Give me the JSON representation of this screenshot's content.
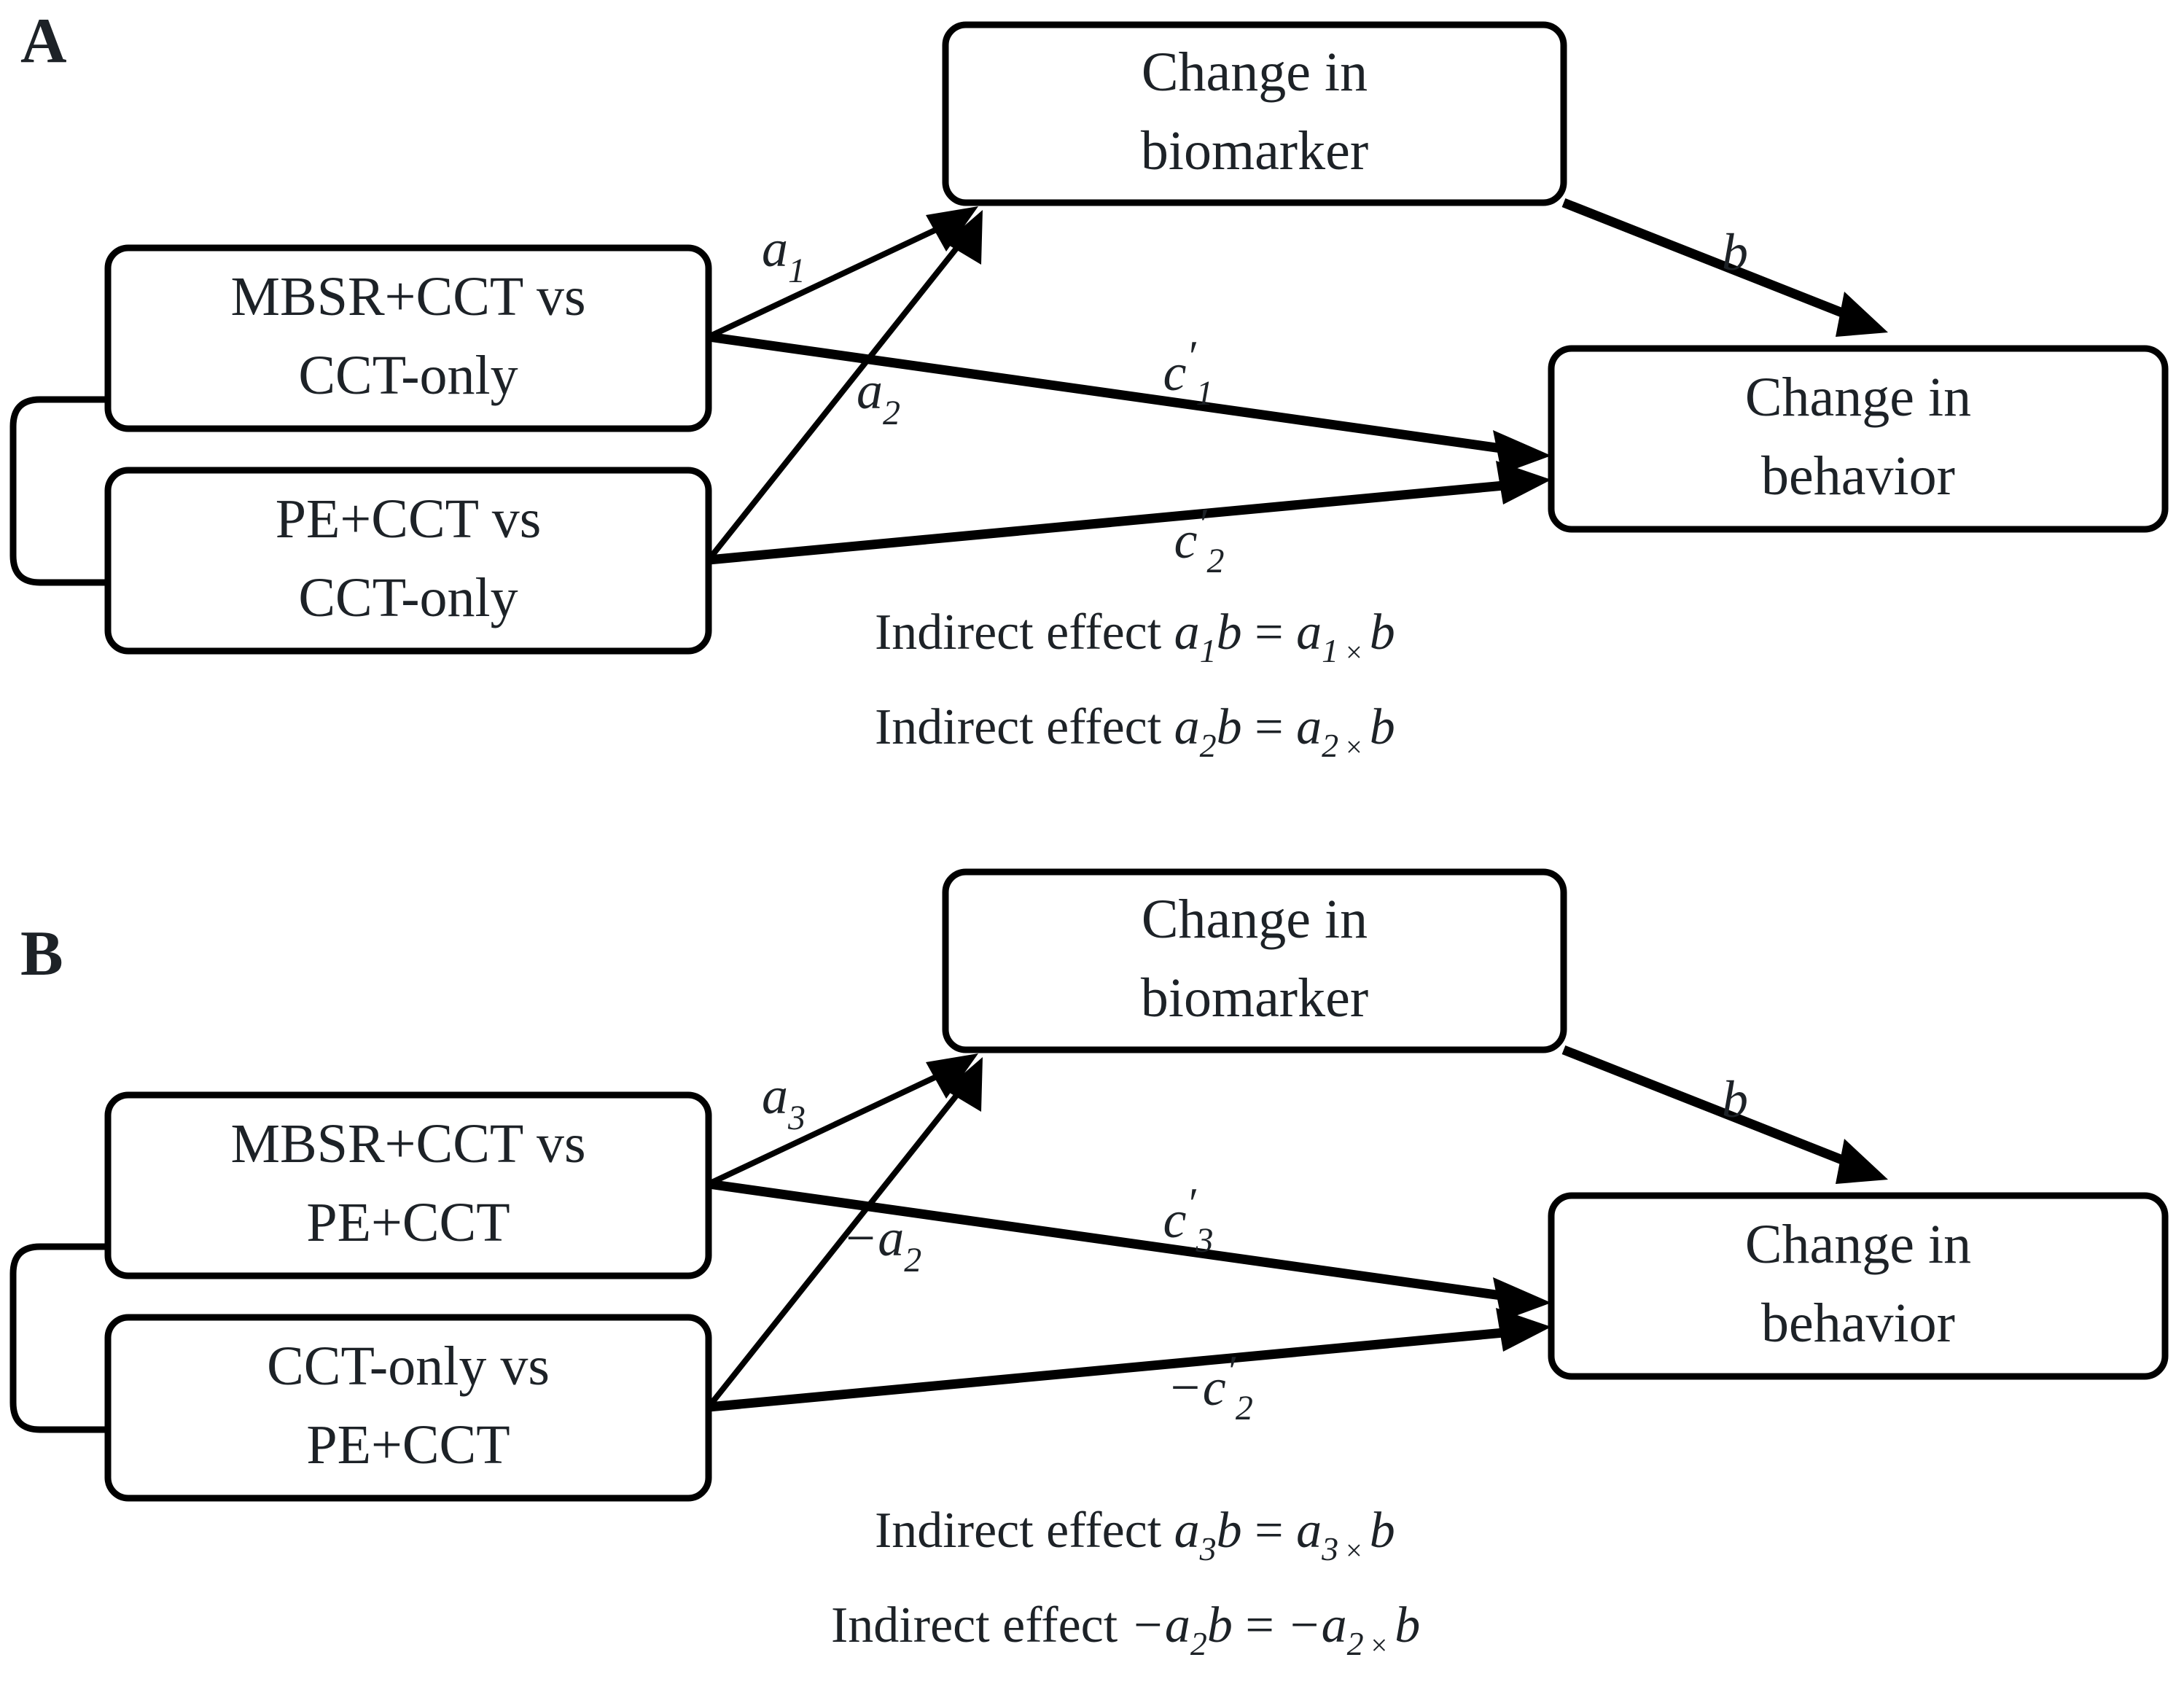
{
  "figure": {
    "type": "mediation-path-diagram",
    "background_color": "#ffffff",
    "stroke_color": "#000000"
  },
  "panels": [
    {
      "id": "A",
      "letter": "A",
      "nodes": {
        "predictor_1": {
          "line1": "MBSR+CCT vs",
          "line2": "CCT-only"
        },
        "predictor_2": {
          "line1": "PE+CCT vs",
          "line2": "CCT-only"
        },
        "mediator": {
          "line1": "Change in",
          "line2": "biomarker"
        },
        "outcome": {
          "line1": "Change in",
          "line2": "behavior"
        }
      },
      "paths": [
        {
          "name": "a1",
          "from": "predictor_1",
          "to": "mediator",
          "base": "a",
          "sub": "1",
          "prime": false
        },
        {
          "name": "a2",
          "from": "predictor_2",
          "to": "mediator",
          "base": "a",
          "sub": "2",
          "prime": false
        },
        {
          "name": "b",
          "from": "mediator",
          "to": "outcome",
          "base": "b",
          "sub": "",
          "prime": false
        },
        {
          "name": "c'1",
          "from": "predictor_1",
          "to": "outcome",
          "base": "c",
          "sub": "1",
          "prime": true
        },
        {
          "name": "c'2",
          "from": "predictor_2",
          "to": "outcome",
          "base": "c",
          "sub": "2",
          "prime": true
        }
      ],
      "equations": [
        {
          "prefix": "Indirect effect ",
          "lhs_base": "a",
          "lhs_sub": "1",
          "lhs_tail": "b",
          "eq": " = ",
          "rhs_base": "a",
          "rhs_sub": "1",
          "times": "×",
          "rhs_tail": "b"
        },
        {
          "prefix": "Indirect effect ",
          "lhs_base": "a",
          "lhs_sub": "2",
          "lhs_tail": "b",
          "eq": " = ",
          "rhs_base": "a",
          "rhs_sub": "2",
          "times": "×",
          "rhs_tail": "b"
        }
      ]
    },
    {
      "id": "B",
      "letter": "B",
      "nodes": {
        "predictor_1": {
          "line1": "MBSR+CCT vs",
          "line2": "PE+CCT"
        },
        "predictor_2": {
          "line1": "CCT-only vs",
          "line2": "PE+CCT"
        },
        "mediator": {
          "line1": "Change in",
          "line2": "biomarker"
        },
        "outcome": {
          "line1": "Change in",
          "line2": "behavior"
        }
      },
      "paths": [
        {
          "name": "a3",
          "from": "predictor_1",
          "to": "mediator",
          "base": "a",
          "sub": "3",
          "prime": false,
          "neg": false
        },
        {
          "name": "-a2",
          "from": "predictor_2",
          "to": "mediator",
          "base": "a",
          "sub": "2",
          "prime": false,
          "neg": true
        },
        {
          "name": "b",
          "from": "mediator",
          "to": "outcome",
          "base": "b",
          "sub": "",
          "prime": false,
          "neg": false
        },
        {
          "name": "c'3",
          "from": "predictor_1",
          "to": "outcome",
          "base": "c",
          "sub": "3",
          "prime": true,
          "neg": false
        },
        {
          "name": "-c'2",
          "from": "predictor_2",
          "to": "outcome",
          "base": "c",
          "sub": "2",
          "prime": true,
          "neg": true
        }
      ],
      "equations": [
        {
          "prefix": "Indirect effect ",
          "lhs_neg": "",
          "lhs_base": "a",
          "lhs_sub": "3",
          "lhs_tail": "b",
          "eq": " = ",
          "rhs_neg": "",
          "rhs_base": "a",
          "rhs_sub": "3",
          "times": "×",
          "rhs_tail": "b"
        },
        {
          "prefix": "Indirect effect ",
          "lhs_neg": "−",
          "lhs_base": "a",
          "lhs_sub": "2",
          "lhs_tail": "b",
          "eq": " = ",
          "rhs_neg": "−",
          "rhs_base": "a",
          "rhs_sub": "2",
          "times": "×",
          "rhs_tail": "b"
        }
      ]
    }
  ],
  "glyphs": {
    "prime": "′",
    "minus": "−",
    "times": "×",
    "equals": "="
  }
}
